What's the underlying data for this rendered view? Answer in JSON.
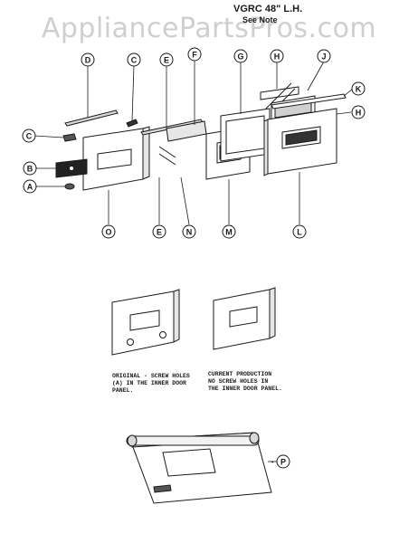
{
  "header": {
    "title": "VGRC 48\" L.H.",
    "subtitle": "See Note"
  },
  "watermark": "AppliancePartsPros.com",
  "callouts": {
    "D": "D",
    "C_top": "C",
    "E_top": "E",
    "F": "F",
    "G": "G",
    "H_top": "H",
    "J": "J",
    "K": "K",
    "H_right": "H",
    "C_left": "C",
    "B_left": "B",
    "A": "A",
    "O": "O",
    "E_bottom": "E",
    "N": "N",
    "M": "M",
    "L": "L",
    "P": "P"
  },
  "notes": {
    "original": "ORIGINAL - SCREW HOLES\n(A) IN THE INNER DOOR\nPANEL.",
    "current": "CURRENT PRODUCTION\nNO SCREW HOLES IN\nTHE INNER DOOR PANEL."
  }
}
